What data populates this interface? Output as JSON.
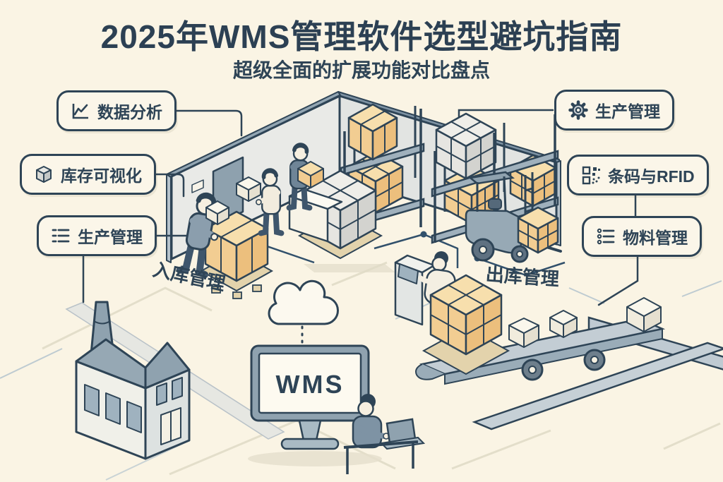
{
  "page": {
    "title": "2025年WMS管理软件选型避坑指南",
    "subtitle": "超级全面的扩展功能对比盘点"
  },
  "colors": {
    "background": "#FAF4E4",
    "ink": "#2E4456",
    "carton": "#F2CD92",
    "wall": "#E9EAE7",
    "slate": "#8FA2AF",
    "panel": "#FBF6E9"
  },
  "callouts": {
    "left": [
      {
        "id": "data-analysis",
        "label": "数据分析",
        "icon": "line-chart-icon"
      },
      {
        "id": "inventory-visualization",
        "label": "库存可视化",
        "icon": "cube-icon"
      },
      {
        "id": "production-management-left",
        "label": "生产管理",
        "icon": "list-lines-icon"
      }
    ],
    "right": [
      {
        "id": "production-management-right",
        "label": "生产管理",
        "icon": "gear-icon"
      },
      {
        "id": "barcode-rfid",
        "label": "条码与RFID",
        "icon": "qr-code-icon"
      },
      {
        "id": "material-management",
        "label": "物料管理",
        "icon": "bullet-list-icon"
      }
    ]
  },
  "scene_labels": {
    "inbound": "入库管理",
    "outbound": "出库管理",
    "monitor": "WMS"
  }
}
